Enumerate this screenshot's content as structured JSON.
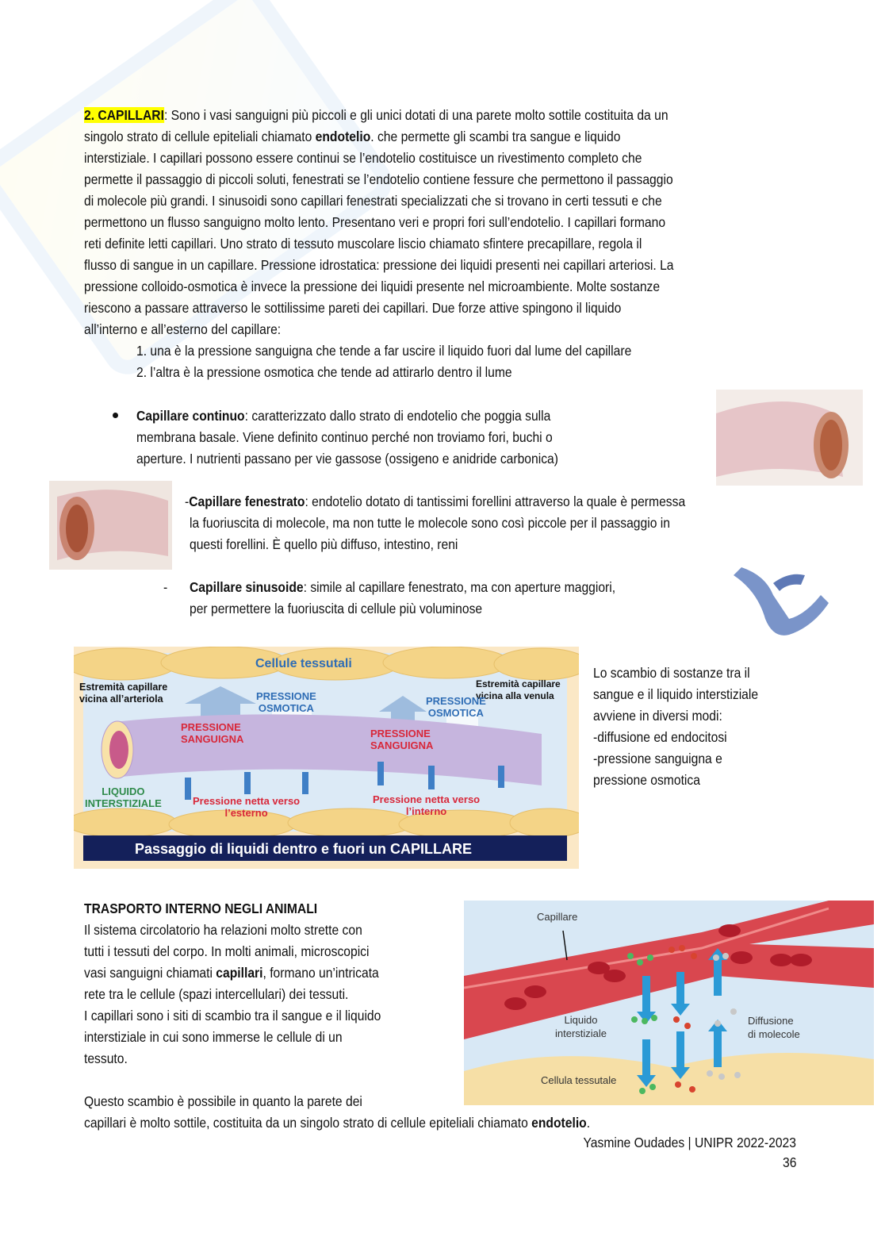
{
  "intro": {
    "heading": "2. CAPILLARI",
    "l0": ": Sono i vasi sanguigni più piccoli e gli unici dotati di una parete molto sottile costituita da un",
    "l1a": "singolo strato di cellule epiteliali chiamato ",
    "l1b": "endotelio",
    "l1c": ". che permette gli scambi tra sangue e liquido",
    "l2": "interstiziale. I capillari possono essere continui se l’endotelio costituisce un rivestimento completo che",
    "l3": "permette il passaggio di piccoli soluti, fenestrati se l’endotelio contiene fessure che permettono il passaggio",
    "l4": "di molecole più grandi. I sinusoidi sono capillari fenestrati specializzati che si trovano in certi tessuti e che",
    "l5": "permettono un flusso sanguigno molto lento. Presentano veri e propri fori sull’endotelio. I capillari formano",
    "l6": "reti definite letti capillari. Uno strato di tessuto muscolare liscio chiamato sfintere precapillare, regola il",
    "l7": "flusso di sangue in un capillare. Pressione idrostatica: pressione dei liquidi presenti nei capillari arteriosi. La",
    "l8": "pressione colloido-osmotica è invece la pressione dei liquidi presente nel microambiente. Molte sostanze",
    "l9": "riescono a passare attraverso le sottilissime pareti dei capillari. Due forze attive spingono il liquido",
    "l10": "all’interno e all’esterno del capillare:",
    "list": [
      "1. una è la pressione sanguigna che tende a far uscire il liquido fuori dal lume del capillare",
      "2. l’altra è la pressione osmotica che tende ad attirarlo dentro il lume"
    ]
  },
  "types": {
    "continuo": {
      "title": "Capillare continuo",
      "l0": ": caratterizzato dallo strato di endotelio che poggia sulla",
      "l1": "membrana basale. Viene definito continuo perché non troviamo fori, buchi o",
      "l2": "aperture. I nutrienti passano per vie gassose (ossigeno e anidride carbonica)"
    },
    "fenestrato": {
      "dash": "-",
      "title": "Capillare fenestrato",
      "l0": ": endotelio dotato di tantissimi forellini attraverso la quale è permessa",
      "l1": "la fuoriuscita di molecole, ma non tutte le molecole sono così piccole per il passaggio in",
      "l2": "questi forellini. È quello più diffuso, intestino, reni"
    },
    "sinusoide": {
      "dash": "-",
      "title": "Capillare sinusoide",
      "l0": ": simile al capillare fenestrato, ma con aperture maggiori,",
      "l1": "per permettere la fuoriuscita di cellule più voluminose"
    }
  },
  "figure1": {
    "top": "Cellule tessutali",
    "left_end": [
      "Estremità capillare",
      "vicina all’arteriola"
    ],
    "right_end": [
      "Estremità capillare",
      "vicina alla venula"
    ],
    "osm1": [
      "PRESSIONE",
      "OSMOTICA"
    ],
    "osm2": [
      "PRESSIONE",
      "OSMOTICA"
    ],
    "sang1": [
      "PRESSIONE",
      "SANGUIGNA"
    ],
    "sang2": [
      "PRESSIONE",
      "SANGUIGNA"
    ],
    "liquido": [
      "LIQUIDO",
      "INTERSTIZIALE"
    ],
    "net_out": [
      "Pressione netta verso",
      "l’esterno"
    ],
    "net_in": [
      "Pressione netta verso",
      "l’interno"
    ],
    "caption": "Passaggio di liquidi dentro e fuori un CAPILLARE"
  },
  "side_text": [
    "Lo scambio di sostanze tra il",
    "sangue e il liquido interstiziale",
    "avviene in diversi modi:",
    "-diffusione ed endocitosi",
    "-pressione sanguigna e",
    "pressione osmotica"
  ],
  "transport": {
    "heading": "TRASPORTO INTERNO NEGLI ANIMALI",
    "l0": "Il sistema circolatorio ha relazioni molto strette con",
    "l1": "tutti i tessuti del corpo. In molti animali, microscopici",
    "l2a": "vasi sanguigni chiamati ",
    "l2b": "capillari",
    "l2c": ", formano un’intricata",
    "l3": "rete tra le cellule (spazi intercellulari) dei tessuti.",
    "l4": "I capillari sono i siti di scambio tra il sangue e il liquido",
    "l5": "interstiziale in cui sono immerse le cellule di un",
    "l6": "tessuto.",
    "l7": "Questo scambio è possibile in quanto la parete dei",
    "l8a": "capillari è molto sottile, costituita da un singolo strato di cellule epiteliali chiamato ",
    "l8b": "endotelio",
    "l8c": "."
  },
  "figure2": {
    "capillare": "Capillare",
    "liquido": [
      "Liquido",
      "interstiziale"
    ],
    "diffusione": [
      "Diffusione",
      "di molecole"
    ],
    "cellula": "Cellula tessutale"
  },
  "footer": {
    "author": "Yasmine Oudades | UNIPR 2022-2023",
    "page": "36"
  },
  "colors": {
    "highlight": "#ffff00",
    "caption_bar": "#14205a",
    "label_blue": "#2f6db5",
    "label_red": "#d8283a",
    "label_green": "#2e8a4a"
  }
}
